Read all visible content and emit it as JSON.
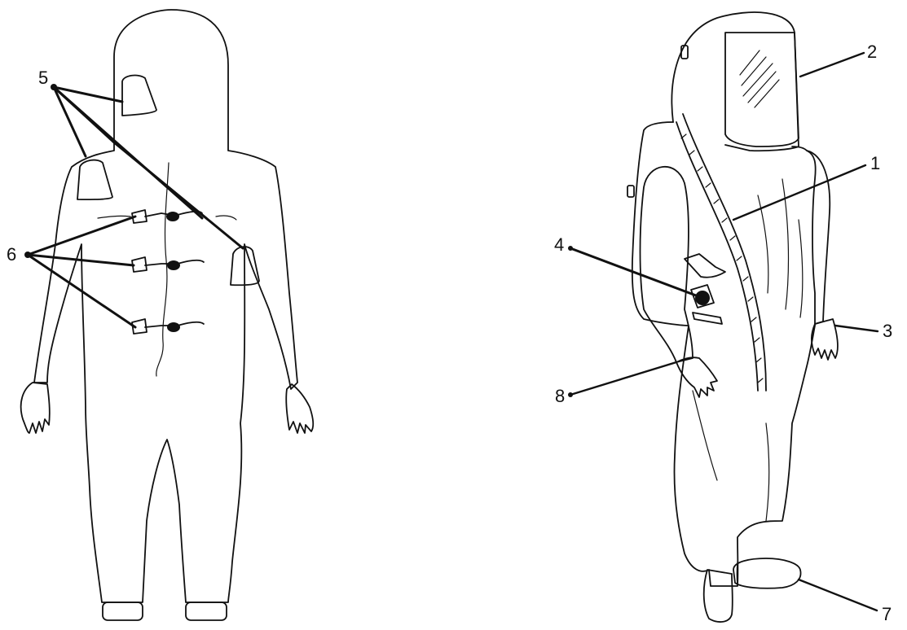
{
  "diagram": {
    "callouts": [
      {
        "id": "1",
        "text": "1"
      },
      {
        "id": "2",
        "text": "2"
      },
      {
        "id": "3",
        "text": "3"
      },
      {
        "id": "4",
        "text": "4"
      },
      {
        "id": "5",
        "text": "5"
      },
      {
        "id": "6",
        "text": "6"
      },
      {
        "id": "7",
        "text": "7"
      },
      {
        "id": "8",
        "text": "8"
      }
    ]
  },
  "figures": {
    "left": "back-view-suit",
    "right": "side-view-suit"
  },
  "colors": {
    "ink": "#111111",
    "background": "#ffffff"
  }
}
